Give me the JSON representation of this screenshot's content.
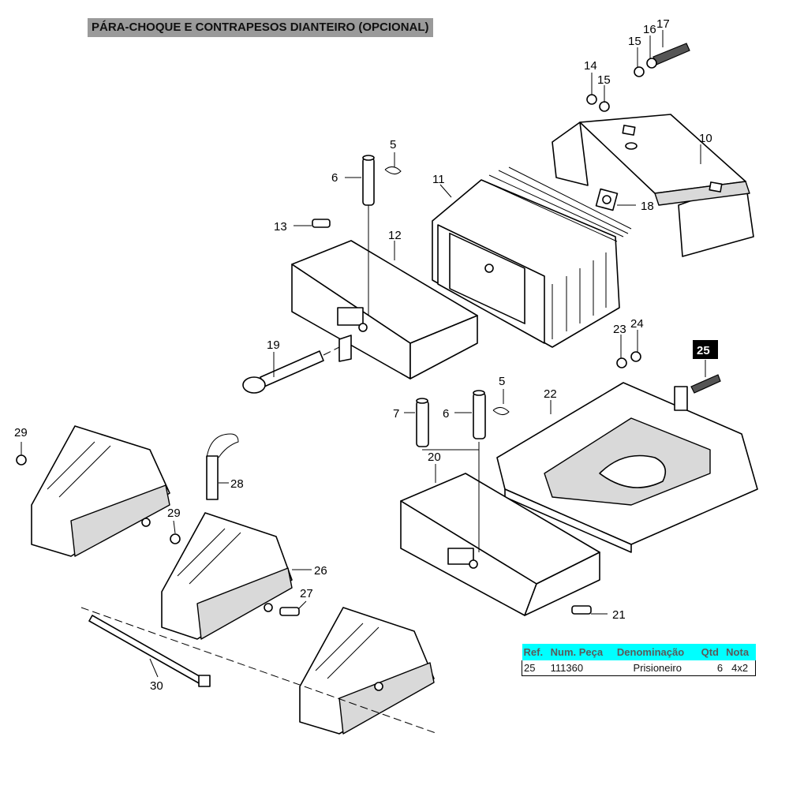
{
  "title": "PÁRA-CHOQUE E CONTRAPESOS DIANTEIRO (OPCIONAL)",
  "callouts": {
    "c5a": "5",
    "c5b": "5",
    "c6a": "6",
    "c6b": "6",
    "c7": "7",
    "c10": "10",
    "c11": "11",
    "c12": "12",
    "c13": "13",
    "c14": "14",
    "c15a": "15",
    "c15b": "15",
    "c16": "16",
    "c17": "17",
    "c18": "18",
    "c19": "19",
    "c20": "20",
    "c21": "21",
    "c22": "22",
    "c23": "23",
    "c24": "24",
    "c25": "25",
    "c26": "26",
    "c27": "27",
    "c28": "28",
    "c29a": "29",
    "c29b": "29",
    "c30": "30"
  },
  "highlighted_callout": "25",
  "parts_table": {
    "headers": {
      "ref": "Ref.",
      "num": "Num. Peça",
      "name": "Denominação",
      "qty": "Qtd",
      "note": "Nota"
    },
    "rows": [
      {
        "ref": "25",
        "num": "111360",
        "name": "Prisioneiro",
        "qty": "6",
        "note": "4x2"
      }
    ],
    "header_color": "#00ffff"
  }
}
